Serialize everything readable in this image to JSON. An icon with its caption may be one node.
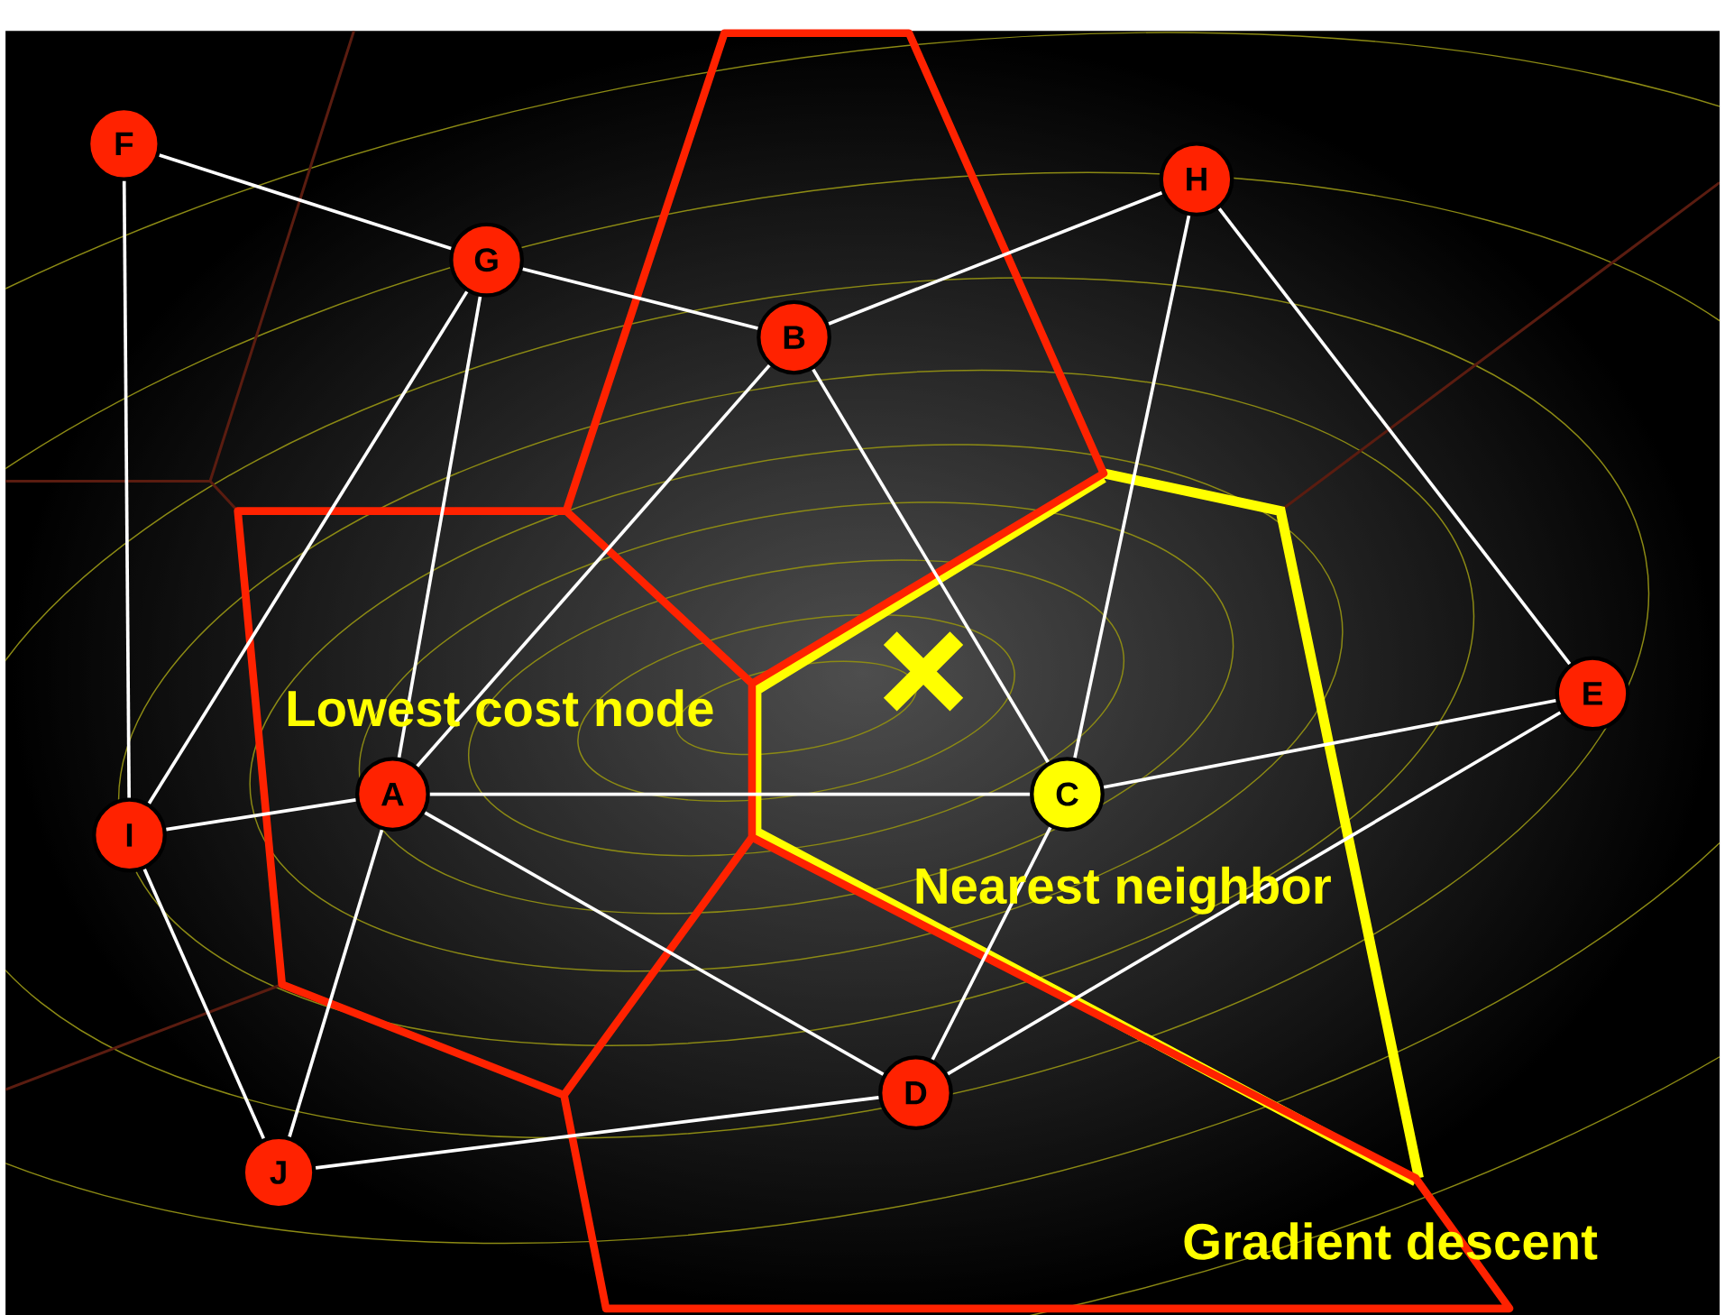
{
  "diagram": {
    "nodes": [
      {
        "text": [
          "F"
        ]
      },
      {
        "text": [
          "H"
        ]
      },
      {
        "text": [
          "G"
        ]
      },
      {
        "text": [
          "B"
        ]
      },
      {
        "text": [
          "E"
        ]
      },
      {
        "text": [
          "A"
        ]
      },
      {
        "text": [
          "C"
        ]
      },
      {
        "text": [
          "I"
        ]
      },
      {
        "text": [
          "D"
        ]
      },
      {
        "text": [
          "J"
        ]
      }
    ],
    "edges": [
      {
        "from": 0,
        "to": 2,
        "arrow": "none"
      },
      {
        "from": 0,
        "to": 7,
        "arrow": "none"
      },
      {
        "from": 2,
        "to": 3,
        "arrow": "none"
      },
      {
        "from": 3,
        "to": 1,
        "arrow": "none"
      },
      {
        "from": 2,
        "to": 7,
        "arrow": "none"
      },
      {
        "from": 2,
        "to": 5,
        "arrow": "none"
      },
      {
        "from": 3,
        "to": 5,
        "arrow": "none"
      },
      {
        "from": 3,
        "to": 6,
        "arrow": "none"
      },
      {
        "from": 1,
        "to": 6,
        "arrow": "none"
      },
      {
        "from": 1,
        "to": 4,
        "arrow": "none"
      },
      {
        "from": 7,
        "to": 5,
        "arrow": "none"
      },
      {
        "from": 5,
        "to": 6,
        "arrow": "none"
      },
      {
        "from": 6,
        "to": 4,
        "arrow": "none"
      },
      {
        "from": 5,
        "to": 8,
        "arrow": "none"
      },
      {
        "from": 7,
        "to": 9,
        "arrow": "none"
      },
      {
        "from": 9,
        "to": 5,
        "arrow": "none"
      },
      {
        "from": 9,
        "to": 8,
        "arrow": "none"
      },
      {
        "from": 6,
        "to": 8,
        "arrow": "none"
      },
      {
        "from": 4,
        "to": 8,
        "arrow": "none"
      }
    ],
    "labels": [
      "Lowest cost node",
      "Nearest neighbor",
      "Gradient descent"
    ]
  }
}
